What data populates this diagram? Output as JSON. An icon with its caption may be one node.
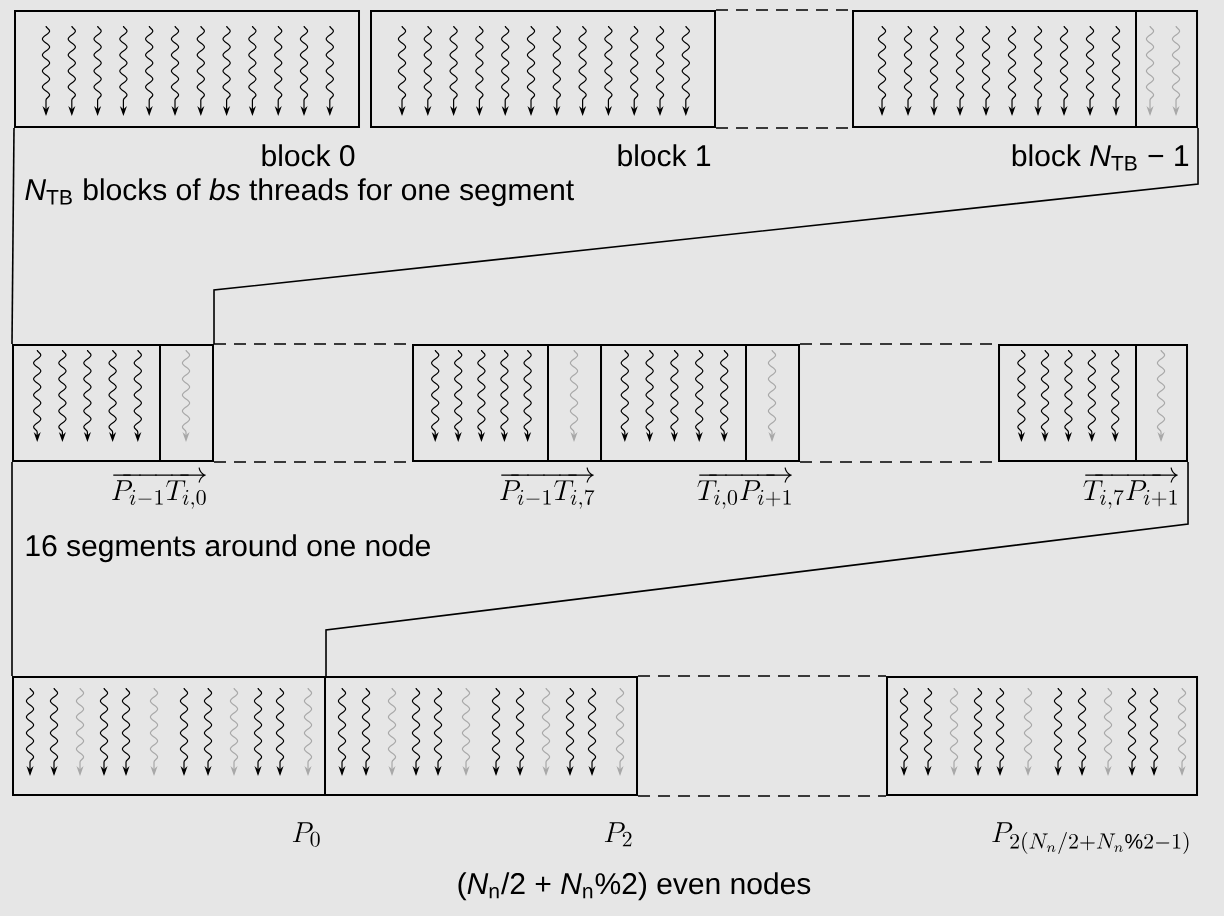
{
  "diagram": {
    "nodes": [
      {
        "text": [],
        "shape": "box",
        "beside": [
          "block 0"
        ]
      },
      {
        "text": [],
        "shape": "box",
        "beside": [
          "block 1"
        ]
      },
      {
        "text": [],
        "shape": "box",
        "beside": [
          "block *N*$_{TB}$ − 1"
        ]
      },
      {
        "text": [],
        "shape": "box",
        "beside": [
          "\\overrightarrow{P_{i-1}T_{i,0}}"
        ]
      },
      {
        "text": [],
        "shape": "box",
        "beside": [
          "\\overrightarrow{P_{i-1}T_{i,7}}"
        ]
      },
      {
        "text": [],
        "shape": "box",
        "beside": [
          "\\overrightarrow{T_{i,0}P_{i+1}}"
        ]
      },
      {
        "text": [],
        "shape": "box",
        "beside": [
          "\\overrightarrow{T_{i,7}P_{i+1}}"
        ]
      },
      {
        "text": [],
        "shape": "box",
        "beside": [
          "P_0"
        ]
      },
      {
        "text": [],
        "shape": "box",
        "beside": [
          "P_2"
        ]
      },
      {
        "text": [],
        "shape": "box",
        "beside": [
          "P_{2(N_n/2+N_n\\%2-1)}"
        ]
      }
    ],
    "edges": [
      {
        "from": 0,
        "to": 3,
        "arrow": "none"
      },
      {
        "from": 2,
        "to": 3,
        "arrow": "none"
      },
      {
        "from": 1,
        "to": 2,
        "arrow": "none",
        "style": "dashed"
      },
      {
        "from": 1,
        "to": 2,
        "arrow": "none",
        "style": "dashed"
      },
      {
        "from": 3,
        "to": 4,
        "arrow": "none",
        "style": "dashed"
      },
      {
        "from": 3,
        "to": 4,
        "arrow": "none",
        "style": "dashed"
      },
      {
        "from": 5,
        "to": 6,
        "arrow": "none",
        "style": "dashed"
      },
      {
        "from": 5,
        "to": 6,
        "arrow": "none",
        "style": "dashed"
      },
      {
        "from": 3,
        "to": 7,
        "arrow": "none"
      },
      {
        "from": 6,
        "to": 7,
        "arrow": "none"
      },
      {
        "from": 8,
        "to": 9,
        "arrow": "none",
        "style": "dashed"
      },
      {
        "from": 8,
        "to": 9,
        "arrow": "none",
        "style": "dashed"
      }
    ],
    "labels": [
      "*N*$_{TB}$ blocks of *bs* threads for one segment",
      "16 segments around one node",
      "(*N*$_{n}$/2 + *N*$_{n}$%2) even nodes"
    ]
  }
}
